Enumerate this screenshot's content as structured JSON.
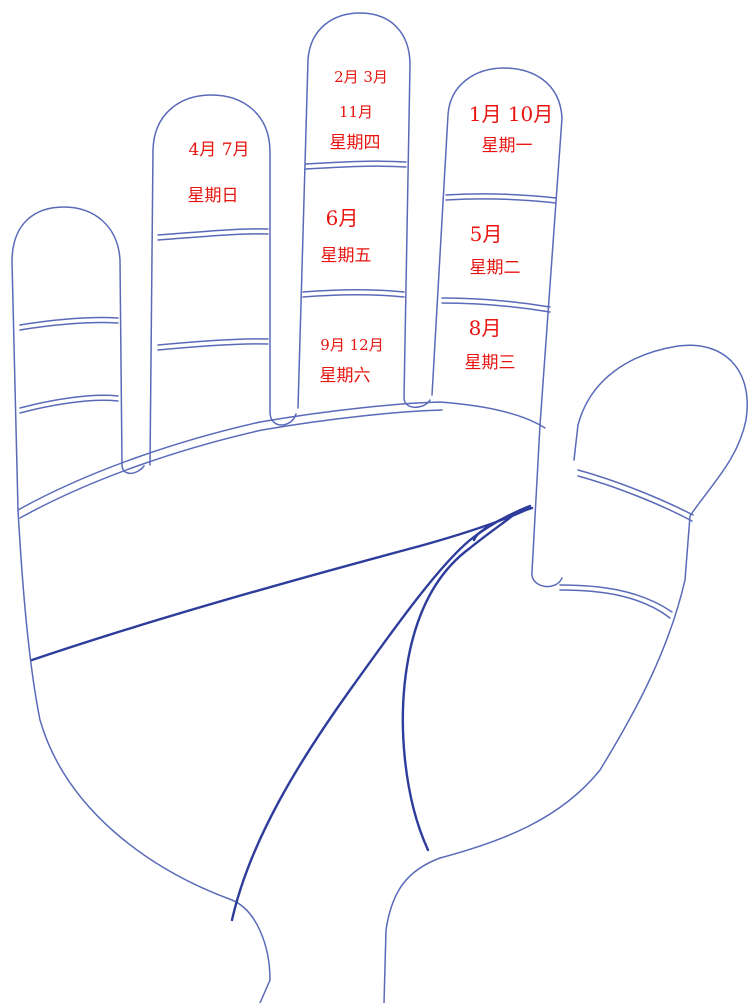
{
  "colors": {
    "outline": "#5a6ab8",
    "crease": "#2e3c9c",
    "label": "#e8140f"
  },
  "fingers": {
    "index": {
      "top": "1月 10月",
      "top_weekday": "星期一",
      "middle": "5月",
      "middle_weekday": "星期二",
      "bottom": "8月",
      "bottom_weekday": "星期三"
    },
    "middle": {
      "top_line1": "2月 3月",
      "top_line2": "11月",
      "top_weekday": "星期四",
      "middle": "6月",
      "middle_weekday": "星期五",
      "bottom": "9月 12月",
      "bottom_weekday": "星期六"
    },
    "ring": {
      "top": "4月 7月",
      "top_weekday": "星期日"
    }
  }
}
